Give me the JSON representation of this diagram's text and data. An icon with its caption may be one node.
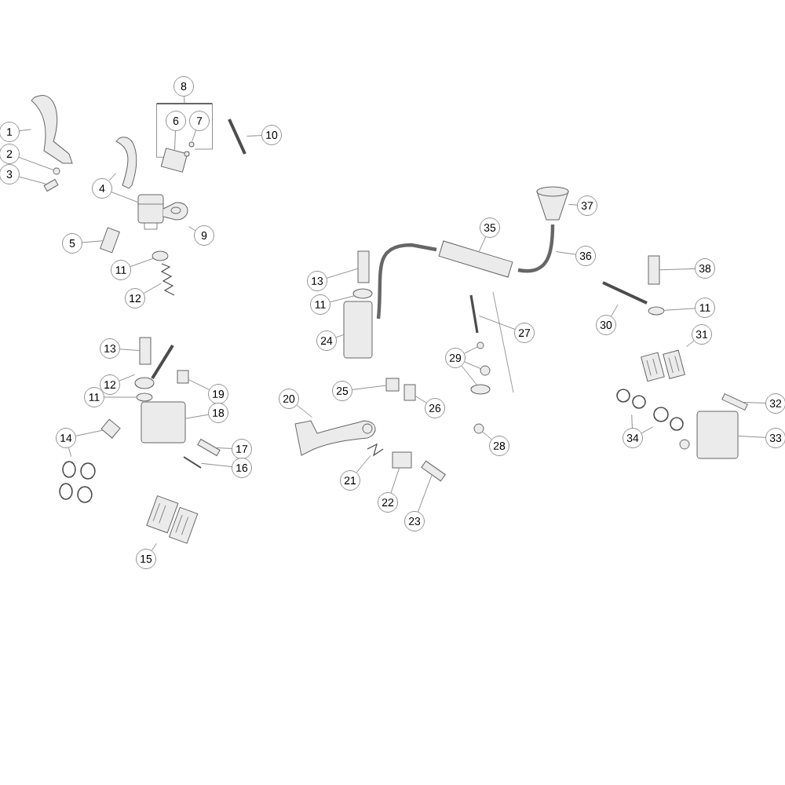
{
  "diagram": {
    "nodes": [
      {
        "text": [
          "8"
        ]
      },
      {
        "text": [
          "1"
        ]
      },
      {
        "text": [
          "6"
        ]
      },
      {
        "text": [
          "7"
        ]
      },
      {
        "text": [
          "10"
        ]
      },
      {
        "text": [
          "2"
        ]
      },
      {
        "text": [
          "3"
        ]
      },
      {
        "text": [
          "4"
        ]
      },
      {
        "text": [
          "37"
        ]
      },
      {
        "text": [
          "35"
        ]
      },
      {
        "text": [
          "9"
        ]
      },
      {
        "text": [
          "5"
        ]
      },
      {
        "text": [
          "36"
        ]
      },
      {
        "text": [
          "38"
        ]
      },
      {
        "text": [
          "11"
        ]
      },
      {
        "text": [
          "13"
        ]
      },
      {
        "text": [
          "12"
        ]
      },
      {
        "text": [
          "11"
        ]
      },
      {
        "text": [
          "11"
        ]
      },
      {
        "text": [
          "30"
        ]
      },
      {
        "text": [
          "27"
        ]
      },
      {
        "text": [
          "24"
        ]
      },
      {
        "text": [
          "31"
        ]
      },
      {
        "text": [
          "13"
        ]
      },
      {
        "text": [
          "29"
        ]
      },
      {
        "text": [
          "12"
        ]
      },
      {
        "text": [
          "25"
        ]
      },
      {
        "text": [
          "19"
        ]
      },
      {
        "text": [
          "11"
        ]
      },
      {
        "text": [
          "20"
        ]
      },
      {
        "text": [
          "32"
        ]
      },
      {
        "text": [
          "26"
        ]
      },
      {
        "text": [
          "18"
        ]
      },
      {
        "text": [
          "14"
        ]
      },
      {
        "text": [
          "34"
        ]
      },
      {
        "text": [
          "33"
        ]
      },
      {
        "text": [
          "28"
        ]
      },
      {
        "text": [
          "17"
        ]
      },
      {
        "text": [
          "16"
        ]
      },
      {
        "text": [
          "21"
        ]
      },
      {
        "text": [
          "22"
        ]
      },
      {
        "text": [
          "23"
        ]
      },
      {
        "text": [
          "15"
        ]
      },
      {
        "text": [],
        "shape": "picture"
      },
      {
        "text": [],
        "shape": "circle"
      },
      {
        "text": [],
        "shape": "box"
      },
      {
        "text": [],
        "shape": "picture"
      },
      {
        "text": [],
        "shape": "picture"
      },
      {
        "text": [],
        "shape": "box"
      },
      {
        "text": [],
        "shape": "box"
      },
      {
        "text": [],
        "shape": "picture"
      },
      {
        "text": [],
        "shape": "picture"
      },
      {
        "text": [],
        "shape": "circle"
      },
      {
        "text": [],
        "shape": "picture"
      },
      {
        "text": [],
        "shape": "box"
      },
      {
        "text": [],
        "shape": "picture"
      },
      {
        "text": [],
        "shape": "circle"
      },
      {
        "text": [],
        "shape": "box"
      },
      {
        "text": [],
        "shape": "box"
      },
      {
        "text": [],
        "shape": "box"
      },
      {
        "text": [],
        "shape": "picture"
      },
      {
        "text": [],
        "shape": "box"
      },
      {
        "text": [],
        "shape": "picture"
      },
      {
        "text": [],
        "shape": "picture"
      },
      {
        "text": [],
        "shape": "picture"
      },
      {
        "text": [],
        "shape": "box"
      },
      {
        "text": [],
        "shape": "picture"
      },
      {
        "text": [],
        "shape": "box"
      },
      {
        "text": [],
        "shape": "circle"
      },
      {
        "text": [],
        "shape": "box"
      },
      {
        "text": [],
        "shape": "picture"
      },
      {
        "text": [],
        "shape": "circle"
      },
      {
        "text": [],
        "shape": "circle"
      },
      {
        "text": [],
        "shape": "circle"
      },
      {
        "text": [],
        "shape": "box"
      },
      {
        "text": [],
        "shape": "box"
      },
      {
        "text": [],
        "shape": "circle"
      },
      {
        "text": [],
        "shape": "picture"
      },
      {
        "text": [],
        "shape": "picture"
      },
      {
        "text": [],
        "shape": "box"
      },
      {
        "text": [],
        "shape": "box"
      },
      {
        "text": [],
        "shape": "box"
      },
      {
        "text": [],
        "shape": "picture"
      },
      {
        "text": [],
        "shape": "circle"
      },
      {
        "text": [],
        "shape": "picture"
      },
      {
        "text": [],
        "shape": "picture"
      },
      {
        "text": [],
        "shape": "picture"
      },
      {
        "text": [],
        "shape": "box"
      },
      {
        "text": [],
        "shape": "box"
      },
      {
        "text": [],
        "shape": "bar"
      }
    ],
    "edges": [
      {
        "from": 0,
        "to": 89,
        "arrow": "none"
      },
      {
        "from": 1,
        "to": 43,
        "arrow": "none"
      },
      {
        "from": 2,
        "to": 49,
        "arrow": "none"
      },
      {
        "from": 3,
        "to": 50,
        "arrow": "none"
      },
      {
        "from": 4,
        "to": 51,
        "arrow": "none"
      },
      {
        "from": 5,
        "to": 44,
        "arrow": "none"
      },
      {
        "from": 6,
        "to": 45,
        "arrow": "none"
      },
      {
        "from": 7,
        "to": 46,
        "arrow": "none"
      },
      {
        "from": 8,
        "to": 64,
        "arrow": "none"
      },
      {
        "from": 9,
        "to": 65,
        "arrow": "none"
      },
      {
        "from": 10,
        "to": 47,
        "arrow": "none"
      },
      {
        "from": 11,
        "to": 48,
        "arrow": "none"
      },
      {
        "from": 12,
        "to": 66,
        "arrow": "none"
      },
      {
        "from": 13,
        "to": 81,
        "arrow": "none"
      },
      {
        "from": 14,
        "to": 52,
        "arrow": "none"
      },
      {
        "from": 15,
        "to": 67,
        "arrow": "none"
      },
      {
        "from": 16,
        "to": 53,
        "arrow": "none"
      },
      {
        "from": 17,
        "to": 68,
        "arrow": "none"
      },
      {
        "from": 18,
        "to": 83,
        "arrow": "none"
      },
      {
        "from": 19,
        "to": 82,
        "arrow": "none"
      },
      {
        "from": 20,
        "to": 70,
        "arrow": "none"
      },
      {
        "from": 21,
        "to": 69,
        "arrow": "none"
      },
      {
        "from": 22,
        "to": 84,
        "arrow": "none"
      },
      {
        "from": 23,
        "to": 54,
        "arrow": "none"
      },
      {
        "from": 24,
        "to": 71,
        "arrow": "none"
      },
      {
        "from": 24,
        "to": 72,
        "arrow": "none"
      },
      {
        "from": 24,
        "to": 73,
        "arrow": "none"
      },
      {
        "from": 25,
        "to": 55,
        "arrow": "none"
      },
      {
        "from": 26,
        "to": 74,
        "arrow": "none"
      },
      {
        "from": 27,
        "to": 57,
        "arrow": "none"
      },
      {
        "from": 28,
        "to": 56,
        "arrow": "none"
      },
      {
        "from": 29,
        "to": 77,
        "arrow": "none"
      },
      {
        "from": 30,
        "to": 87,
        "arrow": "none"
      },
      {
        "from": 31,
        "to": 75,
        "arrow": "none"
      },
      {
        "from": 32,
        "to": 58,
        "arrow": "none"
      },
      {
        "from": 33,
        "to": 59,
        "arrow": "none"
      },
      {
        "from": 33,
        "to": 60,
        "arrow": "none"
      },
      {
        "from": 34,
        "to": 85,
        "arrow": "none"
      },
      {
        "from": 34,
        "to": 86,
        "arrow": "none"
      },
      {
        "from": 35,
        "to": 88,
        "arrow": "none"
      },
      {
        "from": 36,
        "to": 76,
        "arrow": "none"
      },
      {
        "from": 37,
        "to": 61,
        "arrow": "none"
      },
      {
        "from": 38,
        "to": 62,
        "arrow": "none"
      },
      {
        "from": 39,
        "to": 78,
        "arrow": "none"
      },
      {
        "from": 40,
        "to": 79,
        "arrow": "none"
      },
      {
        "from": 41,
        "to": 80,
        "arrow": "none"
      },
      {
        "from": 42,
        "to": 63,
        "arrow": "none"
      },
      {
        "from": 7,
        "to": 47,
        "arrow": "none"
      },
      {
        "from": 89,
        "to": 49,
        "arrow": "none"
      },
      {
        "from": 89,
        "to": 50,
        "arrow": "none"
      }
    ]
  }
}
